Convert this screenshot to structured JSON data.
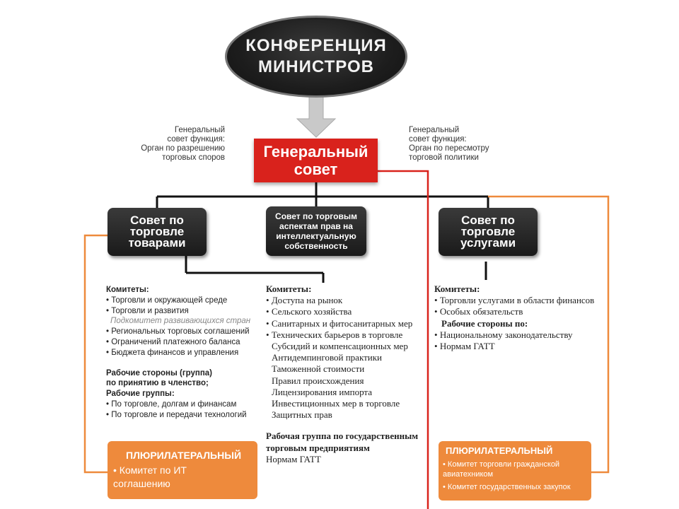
{
  "top_node": {
    "label": "КОНФЕРЕНЦИЯ\nМИНИСТРОВ"
  },
  "general_council": {
    "label": "Генеральный\nсовет"
  },
  "left_note": "Генеральный\nсовет функция:\nОрган по разрешению\nторговых споров",
  "right_note": "Генеральный\nсовет функция:\nОрган по пересмотру\nторговой политики",
  "councils": {
    "goods": "Совет по\nторговле\nтоварами",
    "trips": "Совет по торговым\nаспектам прав на\nинтеллектуальную\nсобственность",
    "services": "Совет по\nторговле\nуслугами"
  },
  "goods_list": {
    "committees_head": "Комитеты:",
    "committees": [
      "Торговли и окружающей среде",
      "Торговли и развития",
      "Региональных торговых соглашений",
      "Ограничений платежного баланса",
      "Бюджета финансов и управления"
    ],
    "subcommittee": "Подкомитет развивающихся стран",
    "working_parties": "Рабочие стороны (группа)\nпо принятию в членство;",
    "working_groups_head": "Рабочие группы:",
    "working_groups": [
      "По торговле, долгам и финансам",
      "По торговле и передачи технологий"
    ]
  },
  "middle_list": {
    "committees_head": "Комитеты:",
    "committees": [
      "Доступа на рынок",
      "Сельского хозяйства",
      "Санитарных и фитосанитарных мер",
      "Технических барьеров в торговле",
      "Субсидий и компенсационных мер",
      "Антидемпинговой практики",
      "Таможенной стоимости",
      "Правил происхождения",
      "Лицензирования  импорта",
      "Инвестиционных мер в торговле",
      "Защитных прав"
    ],
    "working_group": "Рабочая группа по государственным\nторговым предприятиям",
    "gatt": "Нормам ГАТТ"
  },
  "services_list": {
    "committees_head": "Комитеты:",
    "committees": [
      "Торговли услугами в области финансов",
      "Особых обязательств"
    ],
    "working_parties_head": "Рабочие стороны по:",
    "working_parties": [
      "Национальному законодательству",
      "Нормам ГАТТ"
    ]
  },
  "plurilateral_left": {
    "title": "ПЛЮРИЛАТЕРАЛЬНЫЙ",
    "items": [
      "Комитет по ИТ\nсоглашению"
    ]
  },
  "plurilateral_right": {
    "title": "ПЛЮРИЛАТЕРАЛЬНЫЙ",
    "items": [
      "Комитет торговли гражданской\nавиатехником",
      "Комитет государственных закупок"
    ]
  },
  "colors": {
    "red": "#d9221c",
    "orange": "#ee8a3c",
    "dark": "#1f1f1f"
  }
}
